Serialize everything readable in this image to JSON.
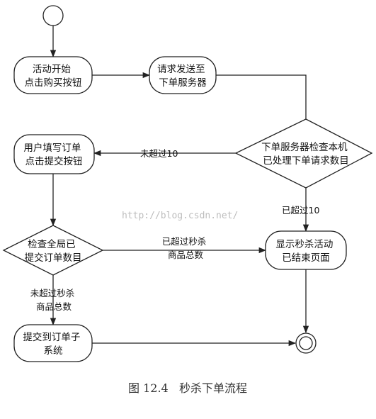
{
  "nodes": {
    "act_start": [
      "活动开始",
      "点击购买按钮"
    ],
    "send_req": [
      "请求发送至",
      "下单服务器"
    ],
    "server_check": [
      "下单服务器检查本机",
      "已处理下单请求数目"
    ],
    "fill_order": [
      "用户填写订单",
      "点击提交按钮"
    ],
    "global_check": [
      "检查全局已",
      "提交订单数目"
    ],
    "show_end": [
      "显示秒杀活动",
      "已结束页面"
    ],
    "submit": [
      "提交到订单子",
      "系统"
    ]
  },
  "edges": {
    "not_exceed_10": "未超过10",
    "exceed_10": "已超过10",
    "exceed_total": [
      "已超过秒杀",
      "商品总数"
    ],
    "not_exceed_total": [
      "未超过秒杀",
      "商品总数"
    ]
  },
  "watermark": "http://blog.csdn.net/",
  "caption": "图 12.4   秒杀下单流程"
}
